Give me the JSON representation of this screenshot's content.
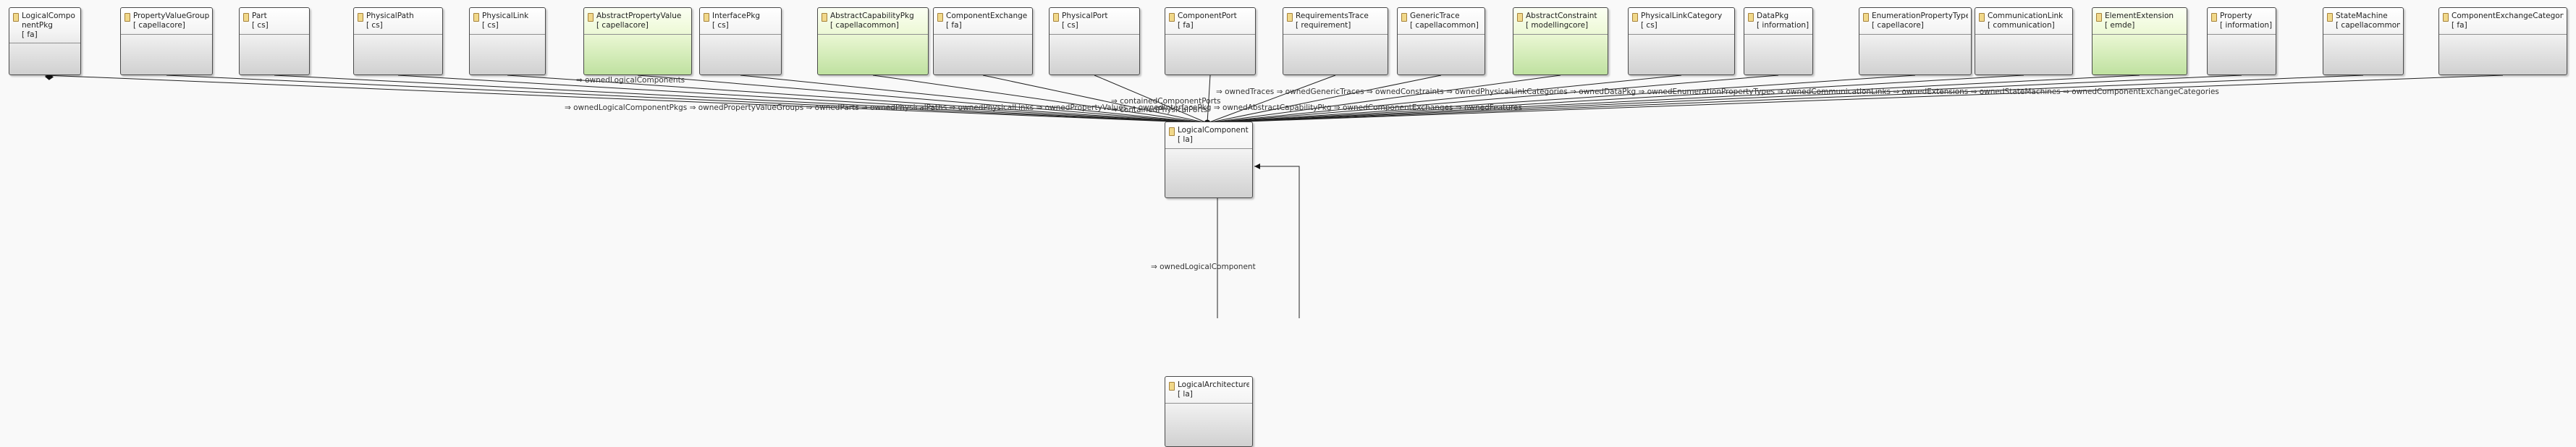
{
  "diagram": {
    "top_nodes": [
      {
        "id": "n1",
        "name": "LogicalComponentPkg",
        "package": "[ fa]",
        "abstract": false,
        "wrap": true
      },
      {
        "id": "n2",
        "name": "PropertyValueGroup",
        "package": "[ capellacore]",
        "abstract": false
      },
      {
        "id": "n3",
        "name": "Part",
        "package": "[ cs]",
        "abstract": false
      },
      {
        "id": "n4",
        "name": "PhysicalPath",
        "package": "[ cs]",
        "abstract": false
      },
      {
        "id": "n5",
        "name": "PhysicalLink",
        "package": "[ cs]",
        "abstract": false
      },
      {
        "id": "n6",
        "name": "AbstractPropertyValue",
        "package": "[ capellacore]",
        "abstract": true
      },
      {
        "id": "n7",
        "name": "InterfacePkg",
        "package": "[ cs]",
        "abstract": false
      },
      {
        "id": "n8",
        "name": "AbstractCapabilityPkg",
        "package": "[ capellacommon]",
        "abstract": true
      },
      {
        "id": "n9",
        "name": "ComponentExchange",
        "package": "[ fa]",
        "abstract": false
      },
      {
        "id": "n10",
        "name": "PhysicalPort",
        "package": "[ cs]",
        "abstract": false
      },
      {
        "id": "n11",
        "name": "ComponentPort",
        "package": "[ fa]",
        "abstract": false
      },
      {
        "id": "n12",
        "name": "RequirementsTrace",
        "package": "[ requirement]",
        "abstract": false
      },
      {
        "id": "n13",
        "name": "GenericTrace",
        "package": "[ capellacommon]",
        "abstract": false
      },
      {
        "id": "n14",
        "name": "AbstractConstraint",
        "package": "[ modellingcore]",
        "abstract": true
      },
      {
        "id": "n15",
        "name": "PhysicalLinkCategory",
        "package": "[ cs]",
        "abstract": false
      },
      {
        "id": "n16",
        "name": "DataPkg",
        "package": "[ information]",
        "abstract": false
      },
      {
        "id": "n17",
        "name": "EnumerationPropertyType",
        "package": "[ capellacore]",
        "abstract": false
      },
      {
        "id": "n18",
        "name": "CommunicationLink",
        "package": "[ communication]",
        "abstract": false
      },
      {
        "id": "n19",
        "name": "ElementExtension",
        "package": "[ emde]",
        "abstract": true
      },
      {
        "id": "n20",
        "name": "Property",
        "package": "[ information]",
        "abstract": false
      },
      {
        "id": "n21",
        "name": "StateMachine",
        "package": "[ capellacommon]",
        "abstract": false
      },
      {
        "id": "n22",
        "name": "ComponentExchangeCategory",
        "package": "[ fa]",
        "abstract": false
      }
    ],
    "center_node": {
      "id": "c",
      "name": "LogicalComponent",
      "package": "[ la]",
      "abstract": false
    },
    "bottom_node": {
      "id": "b",
      "name": "LogicalArchitecture",
      "package": "[ la]",
      "abstract": false
    },
    "edge_labels": {
      "owned_logical_components": "⇒ ownedLogicalComponents",
      "hub_cluster": "⇒ ownedLogicalComponentPkgs ⇒ ownedPropertyValueGroups ⇒ ownedParts ⇒ ownedPhysicalPaths ⇒ ownedPhysicalLinks ⇒ ownedPropertyValues ⇒ ownedInterfacePkg ⇒ ownedAbstractCapabilityPkg ⇒ ownedComponentExchanges ⇒ ownedFeatures",
      "contained_component_ports": "⇒ containedComponentPorts",
      "contained_physical_ports": "⇒ containedPhysicalPorts",
      "traces_cluster": "⇒ ownedTraces ⇒ ownedGenericTraces ⇒ ownedConstraints ⇒ ownedPhysicalLinkCategories ⇒ ownedDataPkg ⇒ ownedEnumerationPropertyTypes ⇒ ownedCommunicationLinks ⇒ ownedExtensions ⇒ ownedStateMachines ⇒ ownedComponentExchangeCategories",
      "owned_logical_component": "⇒ ownedLogicalComponent",
      "owned_logical_components_bottom": "⇒ ownedLogicalComponents"
    }
  }
}
